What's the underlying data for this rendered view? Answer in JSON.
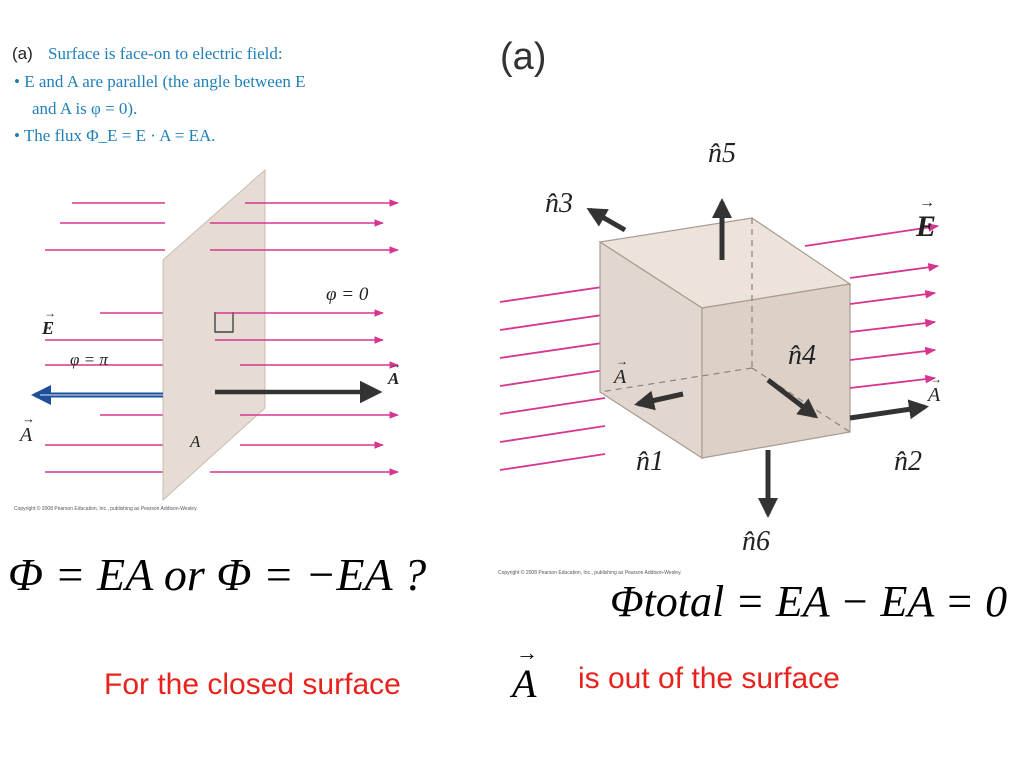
{
  "left_panel": {
    "caption_letter": "(a)",
    "caption_title": "Surface is face-on to electric field:",
    "caption_line2": "• E and A are parallel (the angle between E",
    "caption_line3": "and A is φ = 0).",
    "caption_line4": "• The flux Φ_E = E · A = EA.",
    "label_phi_zero": "φ = 0",
    "label_E": "E",
    "label_varphi_pi": "φ = π",
    "label_A_right": "A",
    "label_A_left": "A",
    "label_A_plane": "A",
    "copyright": "Copyright © 2008 Pearson Education, Inc., publishing as Pearson Addison-Wesley."
  },
  "right_panel": {
    "heading": "(a)",
    "label_n5": "n̂5",
    "label_n3": "n̂3",
    "label_E": "E",
    "label_n4": "n̂4",
    "label_A_inner": "A",
    "label_A_outer": "A",
    "label_n1": "n̂1",
    "label_n2": "n̂2",
    "label_n6": "n̂6",
    "copyright": "Copyright © 2008 Pearson Education, Inc., publishing as Pearson Addison-Wesley."
  },
  "equations": {
    "question": "Φ = EA or Φ = −EA ?",
    "total": "Φtotal = EA − EA = 0"
  },
  "bottom_text": {
    "part1": "For the closed surface",
    "vector": "A",
    "part2": "is out of the surface"
  },
  "colors": {
    "field_line": "#d6368f",
    "plane_fill": "#e6dcd3",
    "caption_blue": "#1f7fb8",
    "red_text": "#e8221c",
    "arrow_dark": "#333333",
    "arrow_blue": "#1e4f9a"
  }
}
